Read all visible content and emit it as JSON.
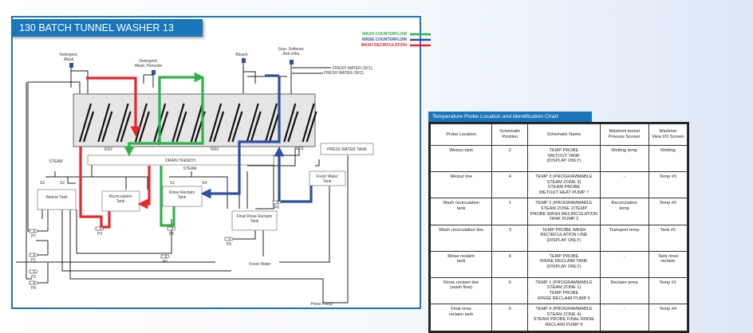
{
  "diagram": {
    "title": "130 BATCH TUNNEL WASHER 13 CHAMBER",
    "legend": [
      {
        "label": "WASH COUNTERFLOW",
        "color": "#2db34a"
      },
      {
        "label": "RINSE COUNTERFLOW",
        "color": "#2e4fa3"
      },
      {
        "label": "WASH RECIRCULATION",
        "color": "#e8262b"
      }
    ],
    "chemicals": {
      "det1": "Detergent,",
      "det1b": "Alkali",
      "det2": "Detergent,",
      "det2b": "Alkali, Peroxide",
      "bleach": "Bleach",
      "sour": "Sour, Softener,",
      "sourb": "Anti-chlor"
    },
    "fresh_water_sf1": "FRESH WATER (SF1)",
    "fresh_water_sf2": "FRESH WATER (SF2)",
    "drain_trench": "DRAIN TRENCH",
    "press_water_tank": "PRESS WATER TANK",
    "steam1": "STEAM",
    "steam2": "STEAM",
    "tanks": {
      "wetout": "Wetout Tank",
      "recirc1": "Recirculation",
      "recirc2": "Tank",
      "rinse1": "Rinse Reclaim",
      "rinse2": "Tank",
      "final1": "Final Rinse Reclaim",
      "final2": "Tank",
      "fresh1": "Fresh Water",
      "fresh2": "Tank"
    },
    "valves": [
      "RD2",
      "RD3",
      "RD1",
      "S3",
      "S2",
      "S1",
      "S4"
    ],
    "pumps": [
      "P7",
      "P1",
      "P2",
      "P8",
      "P3",
      "P5",
      "P4",
      "P9",
      "P6"
    ],
    "fresh_water": "Fresh Water",
    "press_pump": "Press Pump"
  },
  "probe_table": {
    "title": "Temperature Probe Location and Identification Chart",
    "columns": [
      "Probe Location",
      "Schematic\nPosition",
      "Schematic Name",
      "Washnet tunnel\nProcess Screen",
      "Washnet\nView I/O Screen"
    ],
    "rows": [
      [
        "Wetout tank",
        "2",
        "TEMP PROBE\nWETOUT TANK\n(DISPLAY ONLY)",
        "Wetting temp",
        "Wetting"
      ],
      [
        "Wetout line",
        "4",
        "TEMP 3 (PROGRAMMABLE\nSTEAM ZONE 3)\nSTEAM PROBE\nWETOUT HEAT PUMP 7",
        "-",
        "Temp #3"
      ],
      [
        "Wash recirculation\ntank",
        "1",
        "TEMP 2 (PROGRAMMABLE\nSTEAM ZONE 2)TEMP\nPROBE WASH RECIRCULATION\nTANK PUMP 3",
        "Recirculation\ntemp",
        "Temp #2"
      ],
      [
        "Wash recirculation line",
        "3",
        "TEMP PROBE WASH\nRECIRCULATION LINE\n(DISPLAY ONLY)",
        "Transport temp",
        "Tank #2"
      ],
      [
        "Rinse reclaim\ntank",
        "6",
        "TEMP PROBE\nRINSE RECLAIM TANK\n(DISPLAY ONLY)",
        "-",
        "Tank rinse\nreclaim"
      ],
      [
        "Rinse reclaim line\n(wash flow)",
        "0",
        "TEMP 1 (PROGRAMMABLE\nSTEAM ZONE 1)\nTEMP PROBE\nRINSE RECLAIM PUMP 5",
        "Reclaim temp",
        "Temp #1"
      ],
      [
        "Final rinse\nreclaim tank",
        "5",
        "TEMP 4 (PROGRAMMABLE\nSTEAM ZONE 4)\nSTEAM PROBE FINAL RINSE\nRECLAIM PUMP 9",
        "-",
        "Temp #4"
      ]
    ]
  }
}
